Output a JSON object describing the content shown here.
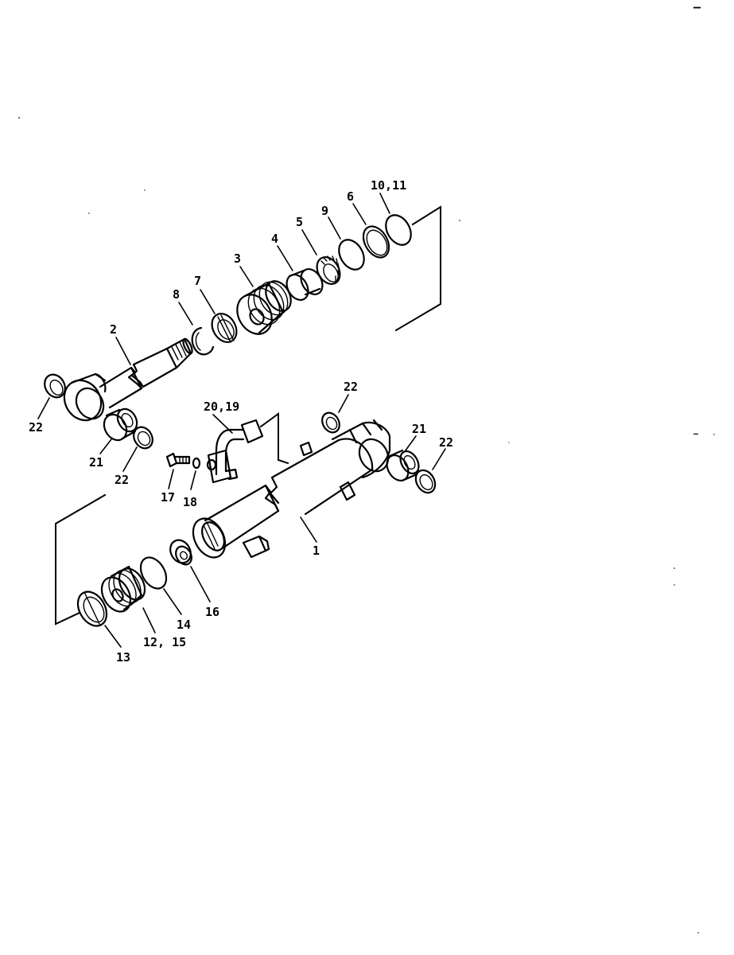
{
  "callouts": {
    "c1": "1",
    "c2": "2",
    "c3": "3",
    "c4": "4",
    "c5": "5",
    "c6": "6",
    "c7": "7",
    "c8": "8",
    "c9": "9",
    "c10_11": "10,11",
    "c12_15": "12, 15",
    "c13": "13",
    "c14": "14",
    "c16": "16",
    "c17": "17",
    "c18": "18",
    "c20_19": "20,19",
    "c21a": "21",
    "c21b": "21",
    "c22a": "22",
    "c22b": "22",
    "c22c": "22",
    "c22d": "22"
  },
  "corner_marks": {
    "top_right": "–",
    "mid_right": "–"
  }
}
